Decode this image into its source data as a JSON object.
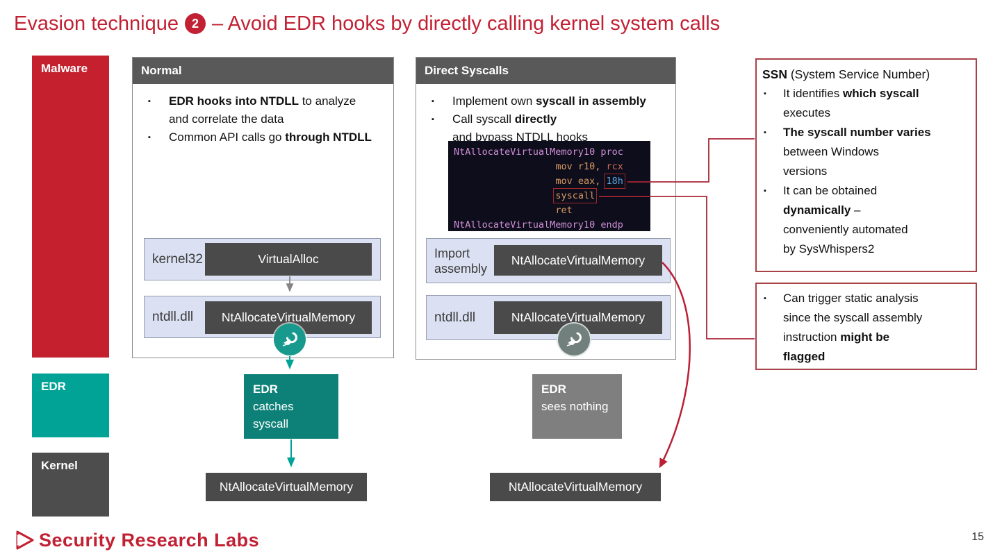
{
  "title": {
    "prefix": "Evasion technique",
    "badge": "2",
    "suffix": "– Avoid EDR hooks by directly calling kernel system calls"
  },
  "lanes": {
    "malware": "Malware",
    "edr": "EDR",
    "kernel": "Kernel"
  },
  "normal_panel": {
    "header": "Normal",
    "bullets": [
      [
        [
          {
            "t": "EDR hooks into NTDLL",
            "b": 1
          },
          {
            "t": " to analyze"
          }
        ],
        [
          {
            "t": "and correlate the data"
          }
        ]
      ],
      [
        [
          {
            "t": "Common API calls go "
          },
          {
            "t": "through NTDLL",
            "b": 1
          }
        ]
      ]
    ],
    "rows": [
      {
        "label": "kernel32",
        "value": "VirtualAlloc"
      },
      {
        "label": "ntdll.dll",
        "value": "NtAllocateVirtualMemory"
      }
    ]
  },
  "direct_panel": {
    "header": "Direct Syscalls",
    "bullets": [
      [
        [
          {
            "t": "Implement own "
          },
          {
            "t": "syscall in assembly",
            "b": 1
          }
        ]
      ],
      [
        [
          {
            "t": "Call syscall "
          },
          {
            "t": "directly",
            "b": 1
          }
        ],
        [
          {
            "t": "and bypass NTDLL hooks"
          }
        ]
      ]
    ],
    "code_lines": [
      [
        {
          "t": "NtAllocateVirtualMemory10 proc",
          "c": "pink"
        }
      ],
      [
        {
          "t": "                  "
        },
        {
          "t": "mov r10, ",
          "c": "orange"
        },
        {
          "t": "rcx",
          "c": "red"
        }
      ],
      [
        {
          "t": "                  "
        },
        {
          "t": "mov eax, ",
          "c": "orange"
        },
        {
          "t": "18h",
          "c": "blue",
          "box": 1
        }
      ],
      [
        {
          "t": "                  "
        },
        {
          "t": "syscall",
          "c": "orange",
          "box": 1
        }
      ],
      [
        {
          "t": "                  "
        },
        {
          "t": "ret",
          "c": "orange"
        }
      ],
      [
        {
          "t": "NtAllocateVirtualMemory10 endp",
          "c": "pink"
        }
      ]
    ],
    "rows": [
      {
        "label_line1": "Import",
        "label_line2": "assembly",
        "value": "NtAllocateVirtualMemory"
      },
      {
        "label": "ntdll.dll",
        "value": "NtAllocateVirtualMemory"
      }
    ]
  },
  "edr_catches": {
    "title": "EDR",
    "lines": [
      "catches",
      "syscall"
    ]
  },
  "edr_nothing": {
    "title": "EDR",
    "lines": [
      "sees nothing"
    ]
  },
  "kernel_boxes": {
    "left": "NtAllocateVirtualMemory",
    "right": "NtAllocateVirtualMemory"
  },
  "ssn_box": {
    "title": [
      {
        "t": "SSN",
        "b": 1
      },
      {
        "t": " (System Service Number)"
      }
    ],
    "bullets": [
      [
        [
          {
            "t": "It identifies "
          },
          {
            "t": "which syscall",
            "b": 1
          }
        ],
        [
          {
            "t": "executes"
          }
        ]
      ],
      [
        [
          {
            "t": "The syscall number varies",
            "b": 1
          }
        ],
        [
          {
            "t": "between Windows"
          }
        ],
        [
          {
            "t": "versions"
          }
        ]
      ],
      [
        [
          {
            "t": "It can be obtained"
          }
        ],
        [
          {
            "t": "dynamically",
            "b": 1
          },
          {
            "t": " –"
          }
        ],
        [
          {
            "t": "conveniently automated"
          }
        ],
        [
          {
            "t": "by SysWhispers2"
          }
        ]
      ]
    ]
  },
  "flag_box": {
    "bullets": [
      [
        [
          {
            "t": "Can trigger static analysis"
          }
        ],
        [
          {
            "t": "since the syscall assembly"
          }
        ],
        [
          {
            "t": "instruction "
          },
          {
            "t": "might be",
            "b": 1
          }
        ],
        [
          {
            "t": "flagged",
            "b": 1
          }
        ]
      ]
    ]
  },
  "footer": {
    "brand": "Security Research Labs",
    "page": "15"
  },
  "icons": {
    "hook_active": "edr-hook-icon (teal, hook caught)",
    "hook_inactive": "edr-hook-icon (gray, hook bypassed)",
    "logo": "srlabs-triangle-logo",
    "bullet": "square-bullet"
  },
  "colors": {
    "brand_red": "#c22134",
    "malware_red": "#c4202e",
    "teal": "#00a396",
    "teal_dark": "#0d8077",
    "dark_gray": "#4a4a4a",
    "header_gray": "#595959",
    "mid_gray": "#7f7f7f",
    "lavender": "#dbe1f3",
    "code_bg": "#0d0d1b",
    "asm_pink": "#cf8fd6",
    "asm_orange": "#d79862",
    "asm_red": "#cd6a58",
    "asm_blue": "#58a6dc",
    "annotation_border": "#a94247",
    "connector_red": "#a82634",
    "arrow_red": "#bb1f35",
    "arrow_gray": "#858585"
  }
}
